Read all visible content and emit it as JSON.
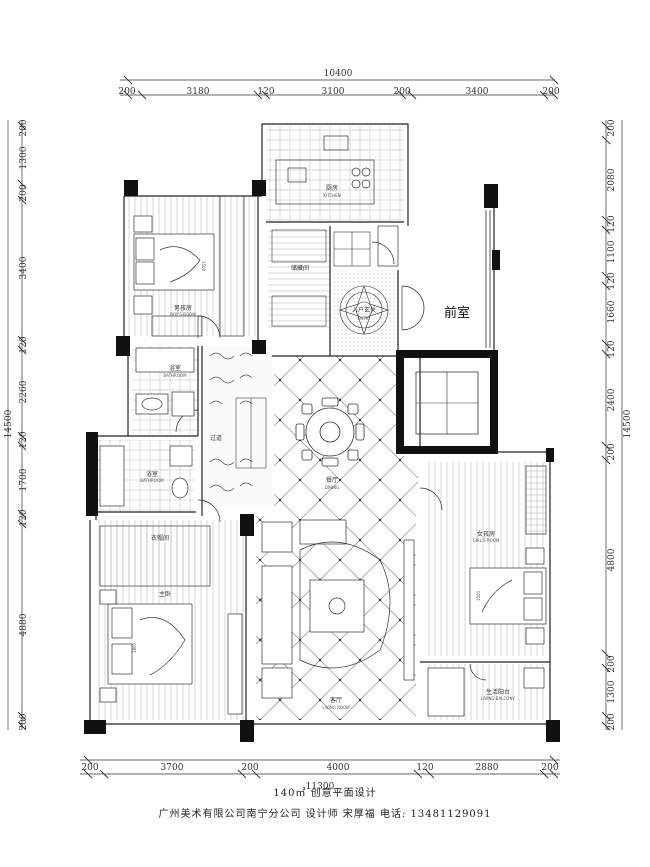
{
  "dimensions": {
    "top_total": "10400",
    "top_segments": [
      "200",
      "3180",
      "120",
      "3100",
      "200",
      "3400",
      "200"
    ],
    "bottom_total": "11300",
    "bottom_segments": [
      "200",
      "3700",
      "200",
      "4000",
      "120",
      "2880",
      "200"
    ],
    "left_total": "14500",
    "left_segments": [
      "200",
      "1300",
      "200",
      "3400",
      "120",
      "2260",
      "120",
      "1700",
      "120",
      "4880",
      "200"
    ],
    "right_total": "14500",
    "right_segments": [
      "200",
      "2080",
      "120",
      "1100",
      "120",
      "1660",
      "120",
      "2400",
      "200",
      "4800",
      "200",
      "1300",
      "200"
    ]
  },
  "rooms": {
    "kitchen": {
      "name": "厨房",
      "sub": "KITCHEN"
    },
    "storage": {
      "name": "储藏间",
      "sub": ""
    },
    "entry": {
      "name": "入户玄关",
      "sub": "ENTRY"
    },
    "front_room": {
      "name": "前室",
      "sub": ""
    },
    "boys_room": {
      "name": "男孩房",
      "sub": "BOY'S ROOM"
    },
    "bathroom1": {
      "name": "浴室",
      "sub": "BATHROOM"
    },
    "corridor": {
      "name": "过道",
      "sub": ""
    },
    "dining": {
      "name": "餐厅",
      "sub": "DINING"
    },
    "bathroom2": {
      "name": "浴室",
      "sub": "BATHROOM"
    },
    "cloakroom": {
      "name": "衣帽间",
      "sub": ""
    },
    "master": {
      "name": "主卧",
      "sub": ""
    },
    "girls_room": {
      "name": "女孩房",
      "sub": "GIRL'S ROOM"
    },
    "living": {
      "name": "客厅",
      "sub": "LIVING ROOM"
    },
    "balcony": {
      "name": "生活阳台",
      "sub": "LIVING BALCONY"
    }
  },
  "bed_sizes": {
    "boys": "1500",
    "girls": "1500",
    "master": "1800"
  },
  "caption": {
    "title": "140㎡ 创意平面设计",
    "credit": "广州美术有限公司南宁分公司  设计师 宋厚福  电话: 13481129091"
  }
}
